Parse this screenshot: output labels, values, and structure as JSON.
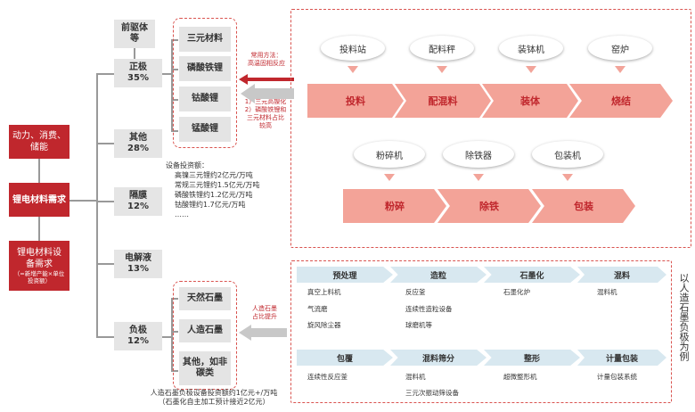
{
  "left": {
    "driver_box": "动力、消费、储能",
    "demand_box": "锂电材料需求",
    "equip_box_lines": [
      "锂电材料设",
      "备需求"
    ],
    "equip_box_note": "（=新增产能×单位投资额）"
  },
  "categories": [
    {
      "id": "front",
      "label_lines": [
        "前驱体",
        "等"
      ]
    },
    {
      "id": "cathode",
      "label_lines": [
        "正极",
        "35%"
      ]
    },
    {
      "id": "other",
      "label_lines": [
        "其他",
        "28%"
      ]
    },
    {
      "id": "separator",
      "label_lines": [
        "隔膜",
        "12%"
      ]
    },
    {
      "id": "electrolyte",
      "label_lines": [
        "电解液",
        "13%"
      ]
    },
    {
      "id": "anode",
      "label_lines": [
        "负极",
        "12%"
      ]
    }
  ],
  "cathode_materials": [
    "三元材料",
    "磷酸铁锂",
    "钴酸锂",
    "锰酸锂"
  ],
  "anode_materials": [
    "天然石墨",
    "人造石墨",
    "其他，如非碳类"
  ],
  "notes": {
    "common_method_lines": [
      "常用方法：",
      "高温固相反应"
    ],
    "cathode_trend_lines": [
      "1）三元高镍化",
      "2）磷酸铁锂和",
      "三元材料占比",
      "较高"
    ],
    "artificial_graphite_lines": [
      "人造石墨",
      "占比提升"
    ]
  },
  "investment": {
    "title": "设备投资额：",
    "items": [
      "高镍三元锂约2亿元/万吨",
      "常规三元锂约1.5亿元/万吨",
      "磷酸铁锂约1.2亿元/万吨",
      "钴酸锂约1.7亿元/万吨",
      "……"
    ]
  },
  "anode_investment_lines": [
    "人造石墨负极设备投资额约1亿元+/万吨",
    "（石墨化自主加工预计接近2亿元）"
  ],
  "cathode_process": {
    "row1_equipment": [
      "投料站",
      "配料秤",
      "装钵机",
      "窑炉"
    ],
    "row1_steps": [
      "投料",
      "配混料",
      "装体",
      "烧结"
    ],
    "row2_equipment": [
      "粉碎机",
      "除铁器",
      "包装机"
    ],
    "row2_steps": [
      "粉碎",
      "除铁",
      "包装"
    ]
  },
  "anode_process": {
    "row1": [
      {
        "head": "预处理",
        "items": [
          "真空上料机",
          "气流磨",
          "旋风除尘器"
        ]
      },
      {
        "head": "造粒",
        "items": [
          "反应釜",
          "连续性造粒设备",
          "球磨机等"
        ]
      },
      {
        "head": "石墨化",
        "items": [
          "石墨化炉"
        ]
      },
      {
        "head": "混料",
        "items": [
          "混料机"
        ]
      }
    ],
    "row2": [
      {
        "head": "包覆",
        "items": [
          "连续性反应釜"
        ]
      },
      {
        "head": "混料筛分",
        "items": [
          "混料机",
          "三元次振动筛设备"
        ]
      },
      {
        "head": "整形",
        "items": [
          "超微整形机"
        ]
      },
      {
        "head": "计量包装",
        "items": [
          "计量包装系统"
        ]
      }
    ],
    "side_label": "以人造石墨负极为例"
  },
  "colors": {
    "red": "#c0272d",
    "pink": "#f3a398",
    "blue_head": "#d8e8f0",
    "dashed": "#d9534f"
  }
}
